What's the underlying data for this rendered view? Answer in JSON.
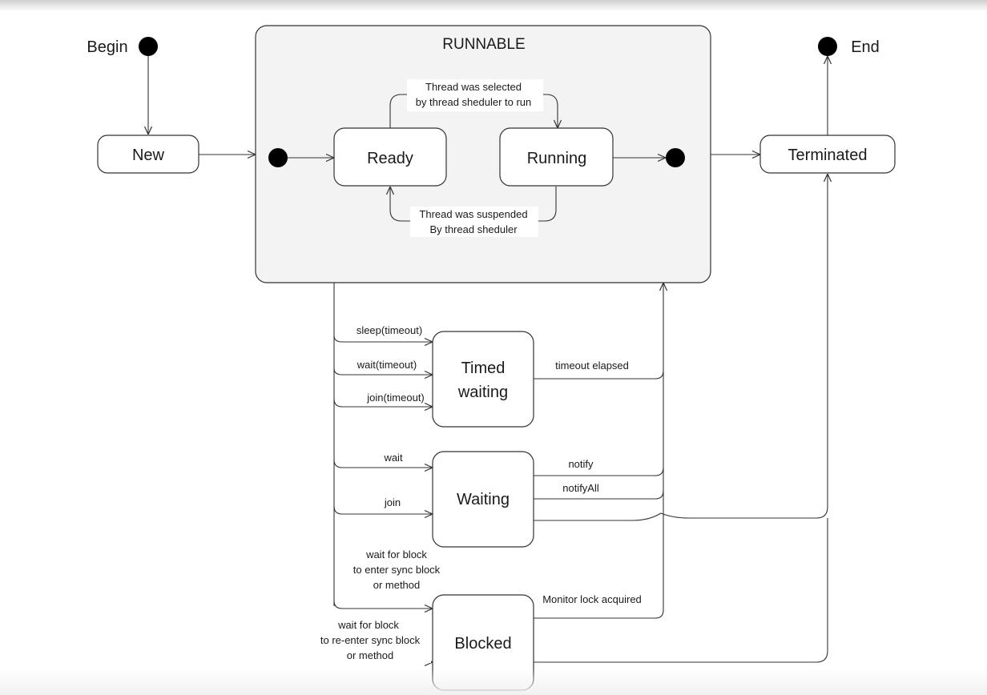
{
  "diagram": {
    "begin_label": "Begin",
    "end_label": "End",
    "runnable_label": "RUNNABLE",
    "states": {
      "new": "New",
      "ready": "Ready",
      "running": "Running",
      "terminated": "Terminated",
      "timed_waiting_line1": "Timed",
      "timed_waiting_line2": "waiting",
      "waiting": "Waiting",
      "blocked": "Blocked"
    },
    "transitions": {
      "selected_line1": "Thread was selected",
      "selected_line2": "by thread sheduler to run",
      "suspended_line1": "Thread was suspended",
      "suspended_line2": "By thread sheduler",
      "sleep_timeout": "sleep(timeout)",
      "wait_timeout": "wait(timeout)",
      "join_timeout": "join(timeout)",
      "timeout_elapsed": "timeout elapsed",
      "wait": "wait",
      "join": "join",
      "notify": "notify",
      "notify_all": "notifyAll",
      "wait_block_line1": "wait for block",
      "wait_block_line2": "to enter sync block",
      "wait_block_line3": "or method",
      "reenter_block_line1": "wait for block",
      "reenter_block_line2": "to re-enter sync block",
      "reenter_block_line3": "or method",
      "monitor_lock": "Monitor lock acquired"
    }
  }
}
